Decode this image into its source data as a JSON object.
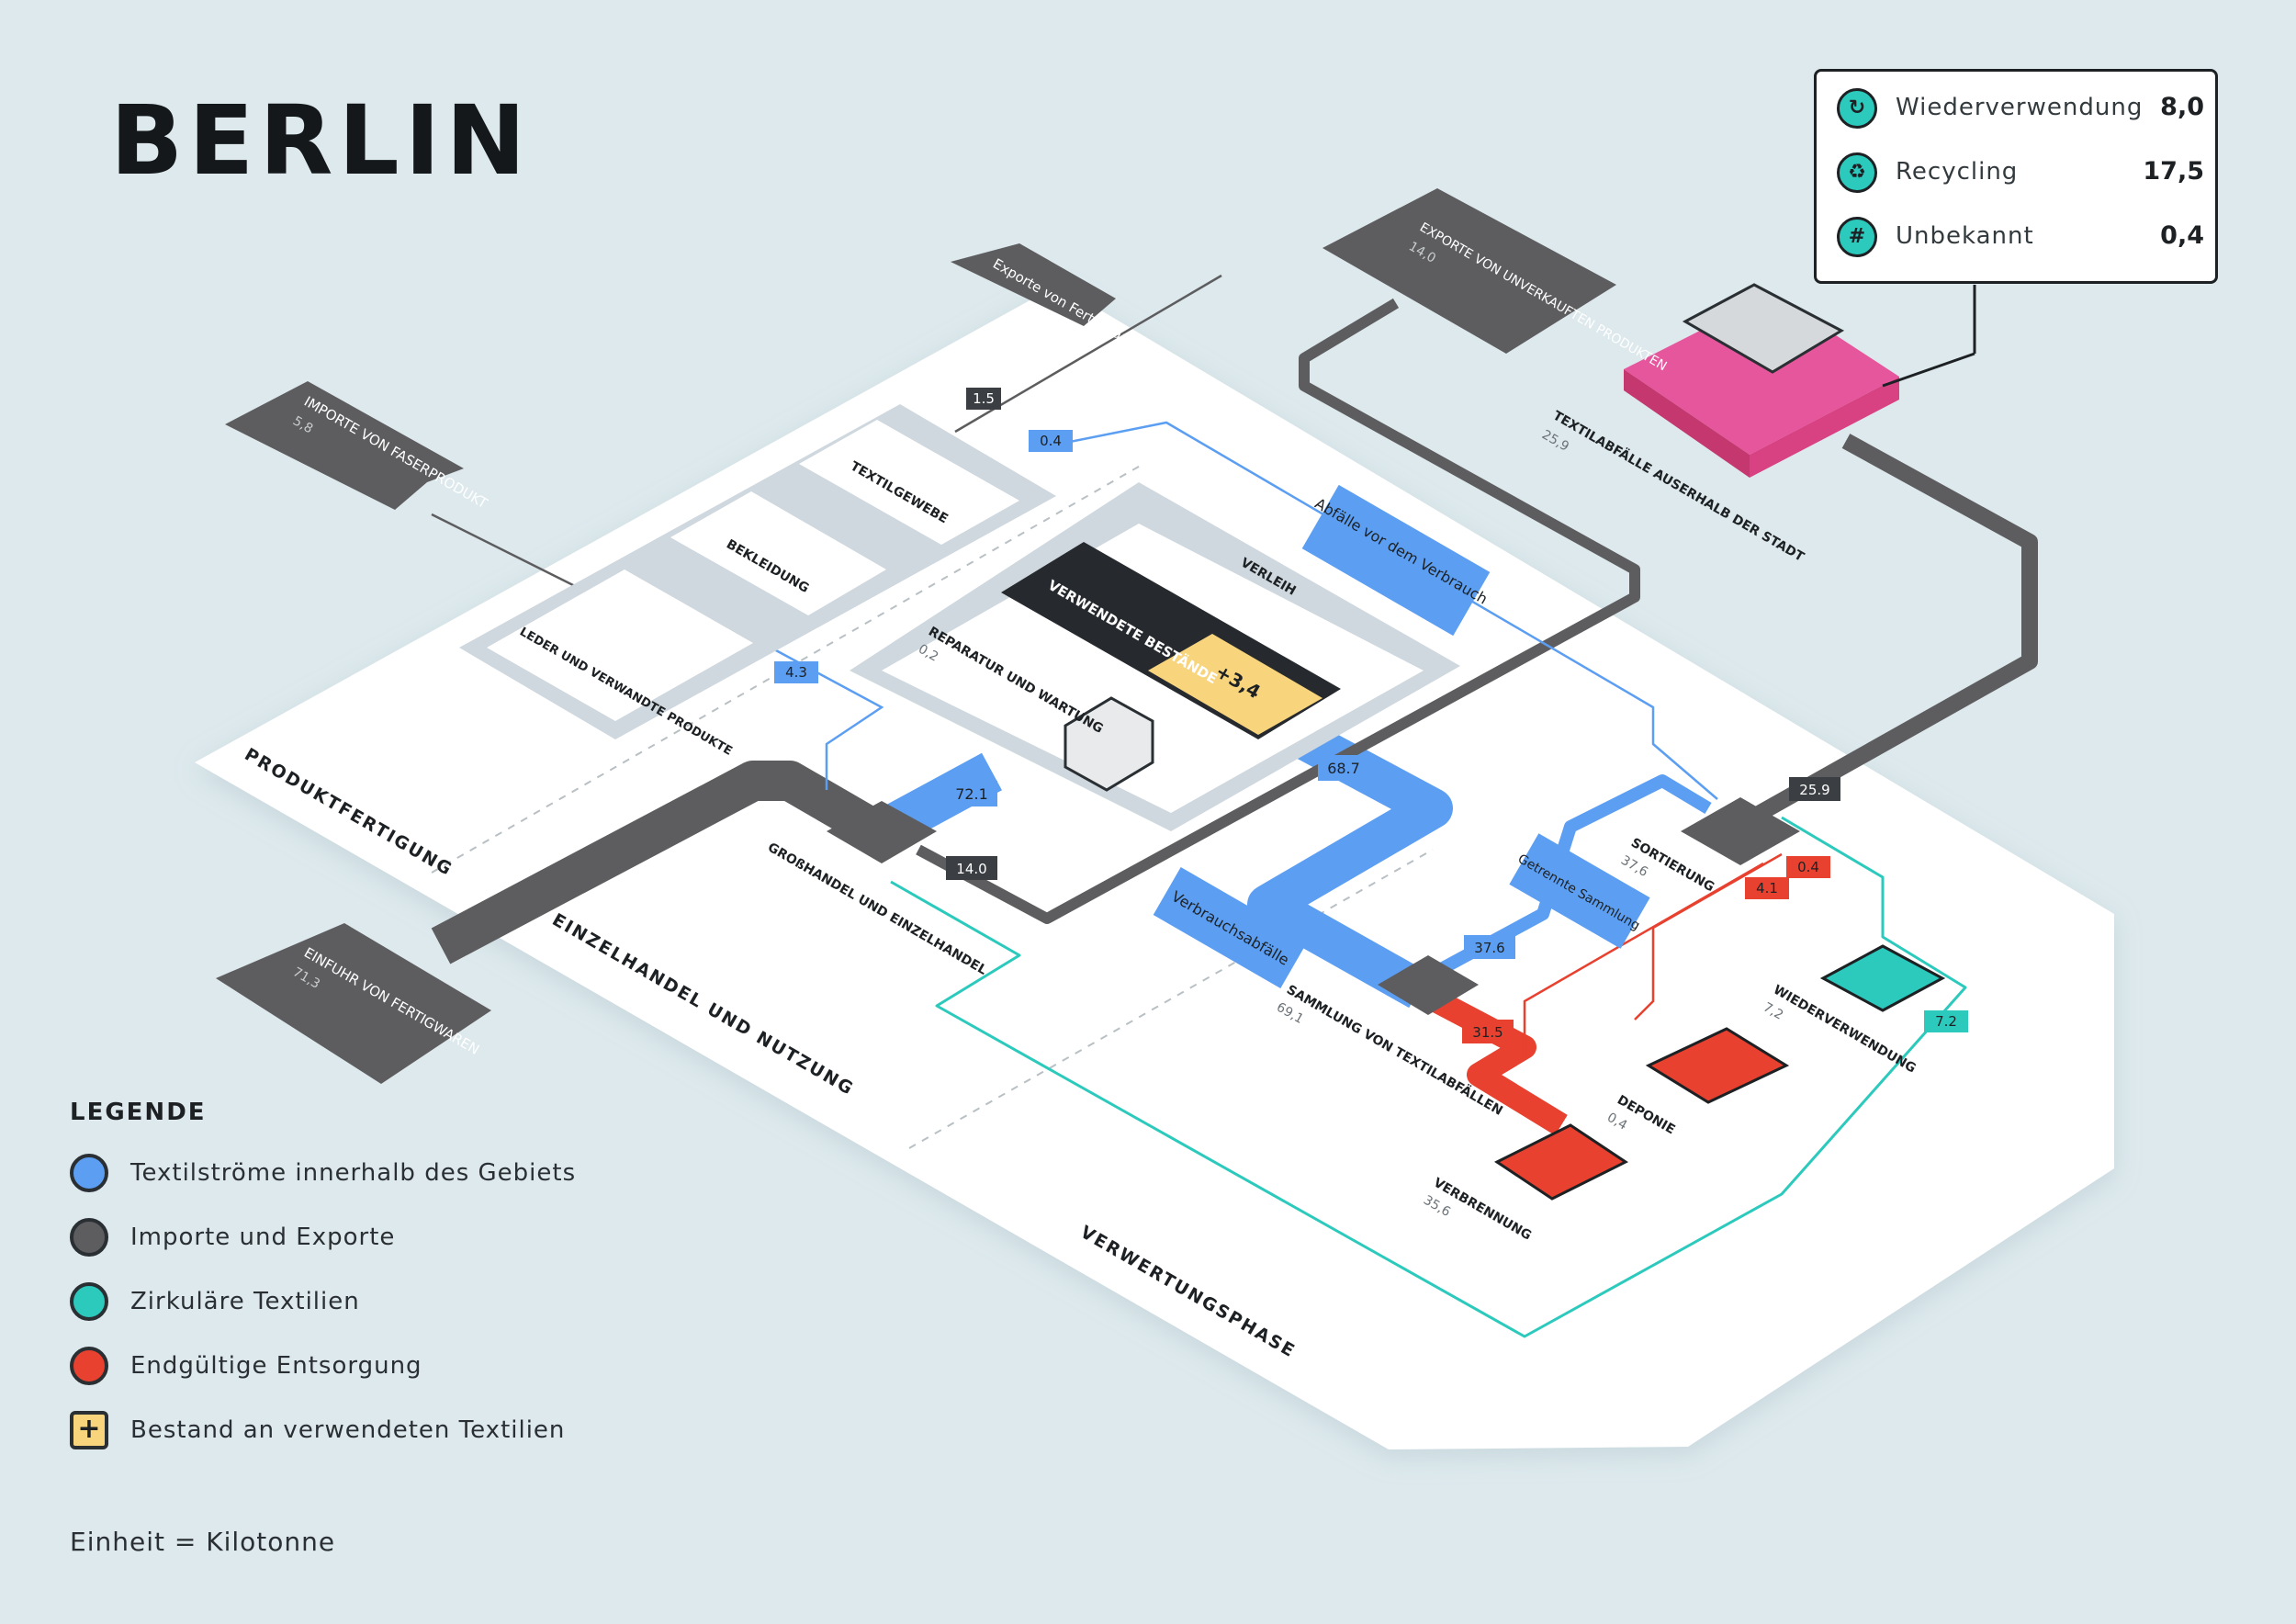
{
  "title": "BERLIN",
  "colors": {
    "within_region": "#5b9ef2",
    "imports_exports": "#5d5d5f",
    "circular": "#2cc9bd",
    "disposal": "#e8412f",
    "stock": "#f8d47c",
    "pink": "#e6569c",
    "panel_bg": "#ffffff",
    "background": "#dde9ed"
  },
  "summary": [
    {
      "icon": "reuse-icon",
      "label": "Wiederverwendung",
      "value": "8,0"
    },
    {
      "icon": "recycling-icon",
      "label": "Recycling",
      "value": "17,5"
    },
    {
      "icon": "hash-icon",
      "label": "Unbekannt",
      "value": "0,4"
    }
  ],
  "phases": {
    "production": "PRODUKTFERTIGUNG",
    "retail": "EINZELHANDEL UND NUTZUNG",
    "recovery": "VERWERTUNGSPHASE"
  },
  "external": {
    "fiber_imports": {
      "label": "IMPORTE VON FASERPRODUKT",
      "value": "5,8"
    },
    "finished_exports": {
      "label": "Exporte von Fertigwaren",
      "value": "1,5"
    },
    "unsold_exports": {
      "label": "EXPORTE VON UNVERKAUFTEN PRODUKTEN",
      "value": "14,0"
    },
    "finished_imports": {
      "label": "EINFUHR VON FERTIGWAREN",
      "value": "71,3"
    },
    "waste_outside": {
      "label": "TEXTILABFÄLLE AUSERHALB DER STADT",
      "value": "25,9"
    }
  },
  "manufacturing": {
    "textiles": "TEXTILGEWEBE",
    "clothing": "BEKLEIDUNG",
    "leather": "LEDER UND VERWANDTE PRODUKTE"
  },
  "stock": {
    "title": "VERWENDETE BESTÄNDE",
    "delta": "+3,4",
    "rental": "VERLEIH",
    "repair": {
      "label": "REPARATUR UND WARTUNG",
      "value": "0,2"
    }
  },
  "nodes": {
    "retail": "GROßHANDEL UND EINZELHANDEL",
    "collection": {
      "label": "SAMMLUNG VON TEXTILABFÄLLEN",
      "value": "69,1"
    },
    "sorting": {
      "label": "SORTIERUNG",
      "value": "37,6"
    },
    "reuse": {
      "label": "WIEDERVERWENDUNG",
      "value": "7,2"
    },
    "landfill": {
      "label": "DEPONIE",
      "value": "0,4"
    },
    "incineration": {
      "label": "VERBRENNUNG",
      "value": "35,6"
    }
  },
  "flow_labels": {
    "pre_consumer_waste": "Abfälle vor dem Verbrauch",
    "post_consumer_waste": "Verbrauchsabfälle",
    "separate_collection": "Getrennte Sammlung"
  },
  "flows": [
    {
      "value": "0.4",
      "type": "within"
    },
    {
      "value": "1.5",
      "type": "export"
    },
    {
      "value": "4.3",
      "type": "within"
    },
    {
      "value": "72.1",
      "type": "within"
    },
    {
      "value": "14.0",
      "type": "export"
    },
    {
      "value": "68.7",
      "type": "within"
    },
    {
      "value": "37.6",
      "type": "within"
    },
    {
      "value": "31.5",
      "type": "disposal"
    },
    {
      "value": "25.9",
      "type": "export"
    },
    {
      "value": "0.4",
      "type": "disposal"
    },
    {
      "value": "4.1",
      "type": "disposal"
    },
    {
      "value": "7.2",
      "type": "circular"
    }
  ],
  "legend": {
    "title": "LEGENDE",
    "items": [
      {
        "color": "#5b9ef2",
        "label": "Textilströme innerhalb des Gebiets",
        "shape": "circle"
      },
      {
        "color": "#5d5d5f",
        "label": "Importe und Exporte",
        "shape": "circle"
      },
      {
        "color": "#2cc9bd",
        "label": "Zirkuläre Textilien",
        "shape": "circle"
      },
      {
        "color": "#e8412f",
        "label": "Endgültige Entsorgung",
        "shape": "circle"
      },
      {
        "color": "#f8d47c",
        "label": "Bestand an verwendeten Textilien",
        "shape": "square",
        "symbol": "+"
      }
    ],
    "unit": "Einheit = Kilotonne"
  }
}
